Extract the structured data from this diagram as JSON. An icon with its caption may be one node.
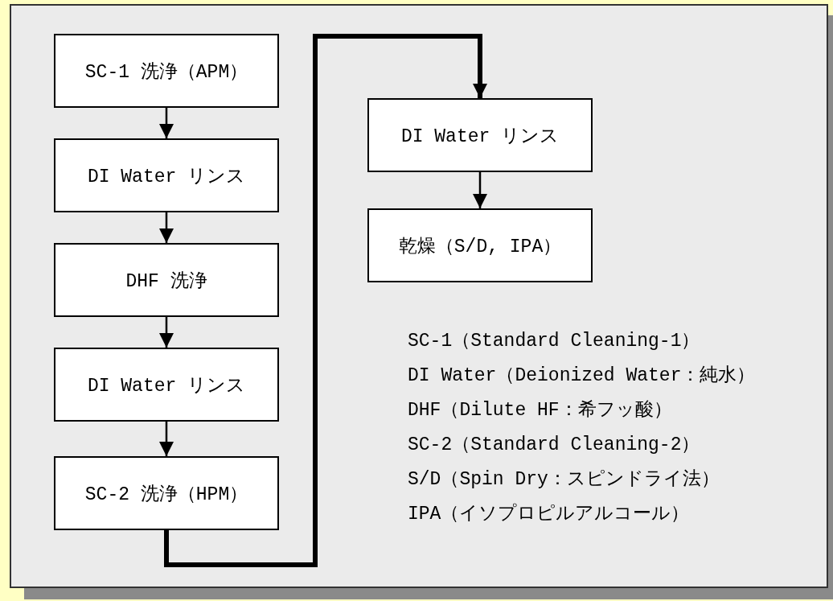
{
  "diagram": {
    "nodes": [
      {
        "text": [
          "SC-1 洗浄（APM）"
        ]
      },
      {
        "text": [
          "DI Water リンス"
        ]
      },
      {
        "text": [
          "DHF 洗浄"
        ]
      },
      {
        "text": [
          "DI Water リンス"
        ]
      },
      {
        "text": [
          "SC-2 洗浄（HPM）"
        ]
      },
      {
        "text": [
          "DI Water リンス"
        ]
      },
      {
        "text": [
          "乾燥（S/D, IPA）"
        ]
      }
    ],
    "edges": [
      {
        "from": 0,
        "to": 1,
        "arrow": "to"
      },
      {
        "from": 1,
        "to": 2,
        "arrow": "to"
      },
      {
        "from": 2,
        "to": 3,
        "arrow": "to"
      },
      {
        "from": 3,
        "to": 4,
        "arrow": "to"
      },
      {
        "from": 4,
        "to": 5,
        "arrow": "to",
        "style": "thick"
      },
      {
        "from": 5,
        "to": 6,
        "arrow": "to"
      }
    ],
    "labels": [
      "SC-1（Standard Cleaning-1）",
      "DI Water（Deionized Water：純水）",
      "DHF（Dilute HF：希フッ酸）",
      "SC-2（Standard Cleaning-2）",
      "S/D（Spin Dry：スピンドライ法）",
      "IPA（イソプロピルアルコール）"
    ]
  }
}
